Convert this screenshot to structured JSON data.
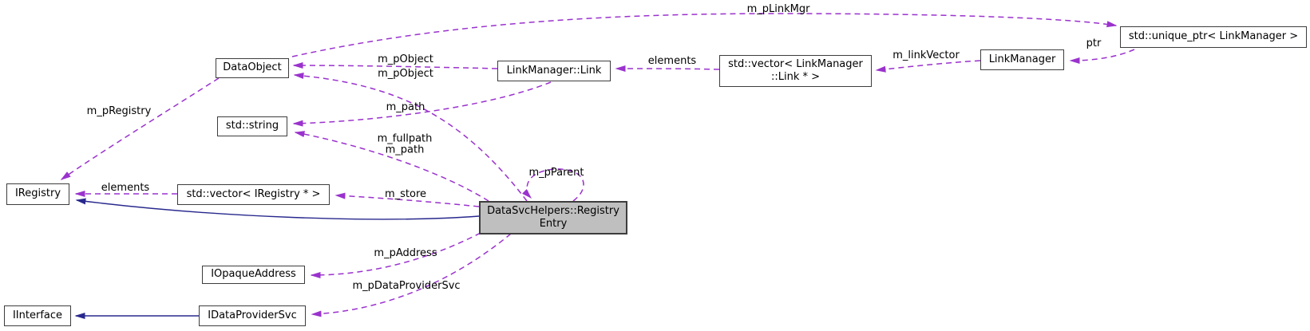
{
  "graph": {
    "nodes": {
      "data_object": {
        "label": "DataObject"
      },
      "std_string": {
        "label": "std::string"
      },
      "link": {
        "label": "LinkManager::Link"
      },
      "link_vector": {
        "label": "std::vector< LinkManager\n::Link * >"
      },
      "link_manager": {
        "label": "LinkManager"
      },
      "unique_ptr": {
        "label": "std::unique_ptr< LinkManager >"
      },
      "iregistry": {
        "label": "IRegistry"
      },
      "iregistry_vector": {
        "label": "std::vector< IRegistry * >"
      },
      "registry_entry": {
        "label": "DataSvcHelpers::Registry\nEntry"
      },
      "iopaque_address": {
        "label": "IOpaqueAddress"
      },
      "iinterface": {
        "label": "IInterface"
      },
      "idataprovidersvc": {
        "label": "IDataProviderSvc"
      }
    },
    "edge_labels": {
      "m_pLinkMgr": "m_pLinkMgr",
      "m_pObject_from_link": "m_pObject",
      "m_pObject_from_entry": "m_pObject",
      "m_path_from_link": "m_path",
      "m_fullpath_from_entry": "m_fullpath\nm_path",
      "m_pRegistry": "m_pRegistry",
      "elements_links": "elements",
      "m_linkVector": "m_linkVector",
      "ptr": "ptr",
      "elements_registries": "elements",
      "m_store": "m_store",
      "m_pParent": "m_pParent",
      "m_pAddress": "m_pAddress",
      "m_pDataProviderSvc": "m_pDataProviderSvc"
    }
  },
  "colors": {
    "usage_edge": "#9a32cd",
    "inheritance_edge": "#28288e",
    "node_border": "#3d3d3d",
    "node_fill": "#ffffff",
    "selected_node_fill": "#bfbfbf",
    "background": "#ffffff"
  }
}
